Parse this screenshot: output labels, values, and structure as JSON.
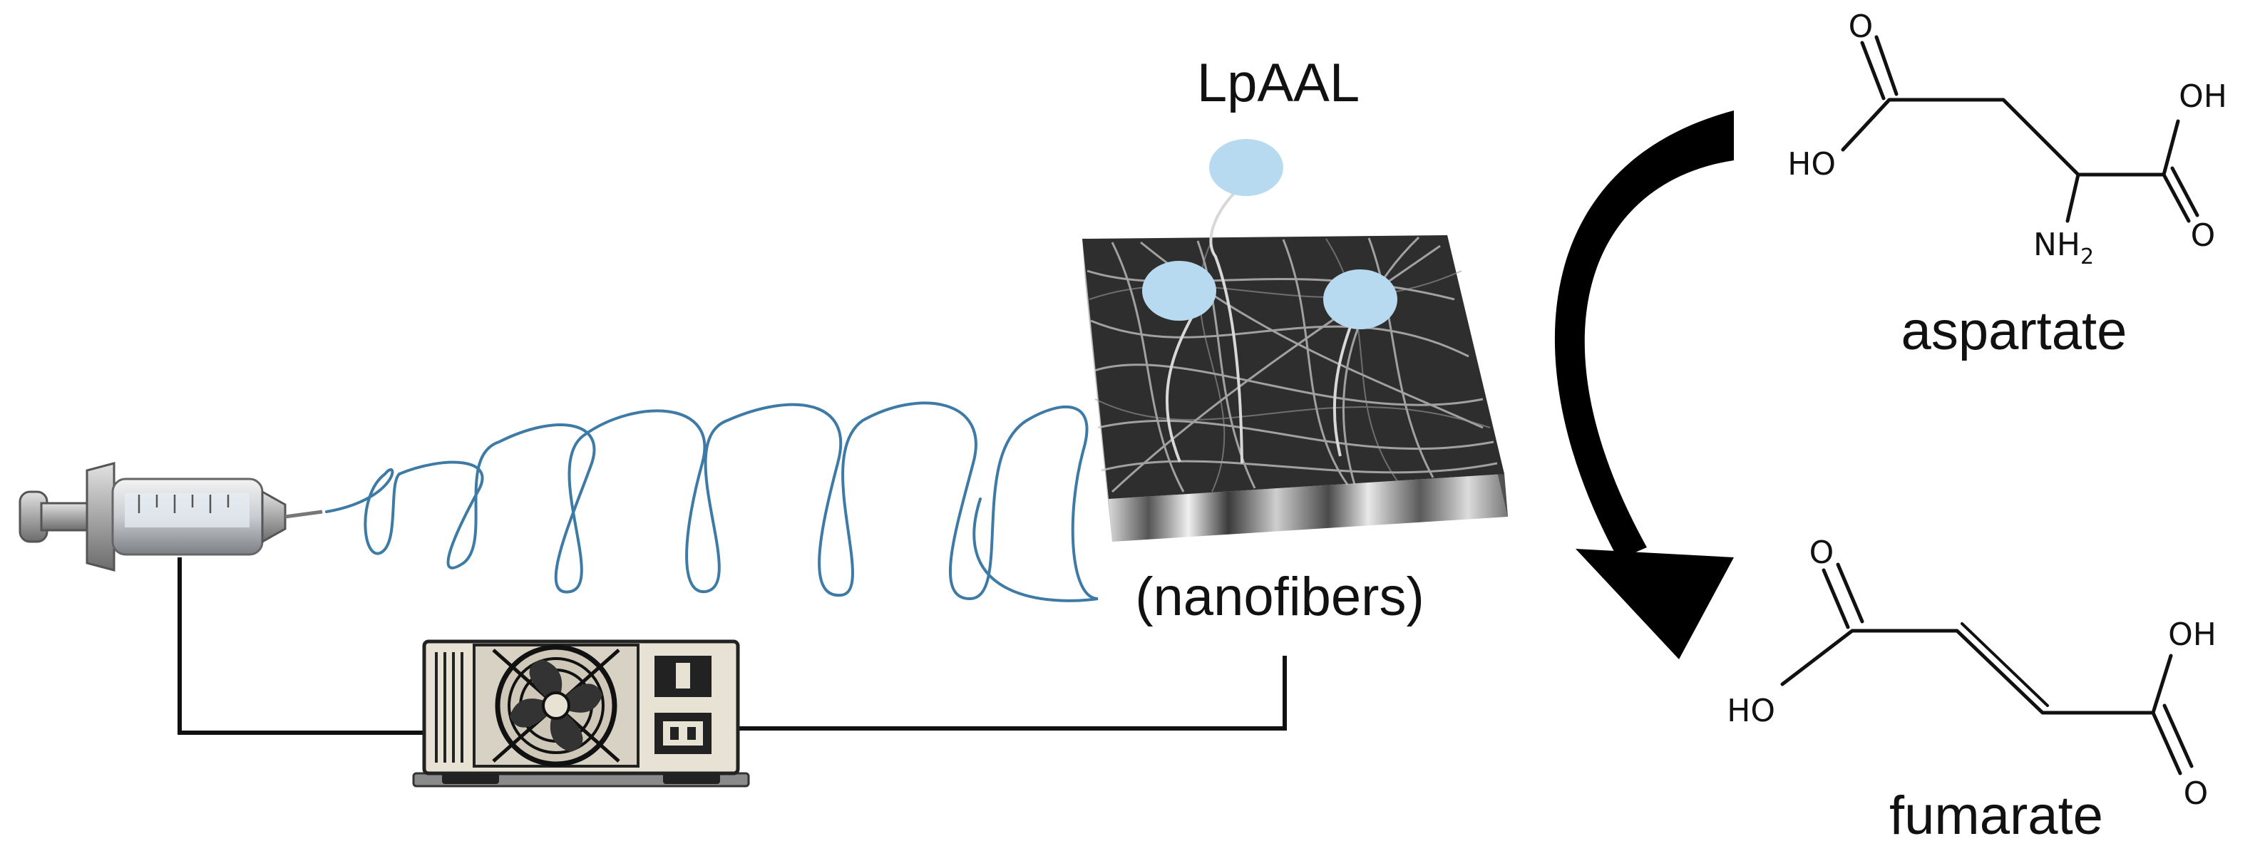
{
  "labels": {
    "enzyme": "LpAAL",
    "fibers": "(nanofibers)",
    "substrate": "aspartate",
    "product": "fumarate"
  },
  "atoms": {
    "oxygen": "O",
    "hydroxyl": "OH",
    "hydroxyl_left": "HO",
    "amine": "NH",
    "amine_subscript": "2"
  },
  "icons": [
    "syringe-icon",
    "power-supply-icon",
    "fan-icon",
    "power-switch-icon",
    "power-socket-icon",
    "enzyme-blob-icon",
    "reaction-arrow-icon"
  ],
  "colors": {
    "fiber_jet": "#3d7aa6",
    "enzyme": "#b7daf0",
    "wire": "#111111",
    "mat_dark": "#2e2e2e"
  }
}
